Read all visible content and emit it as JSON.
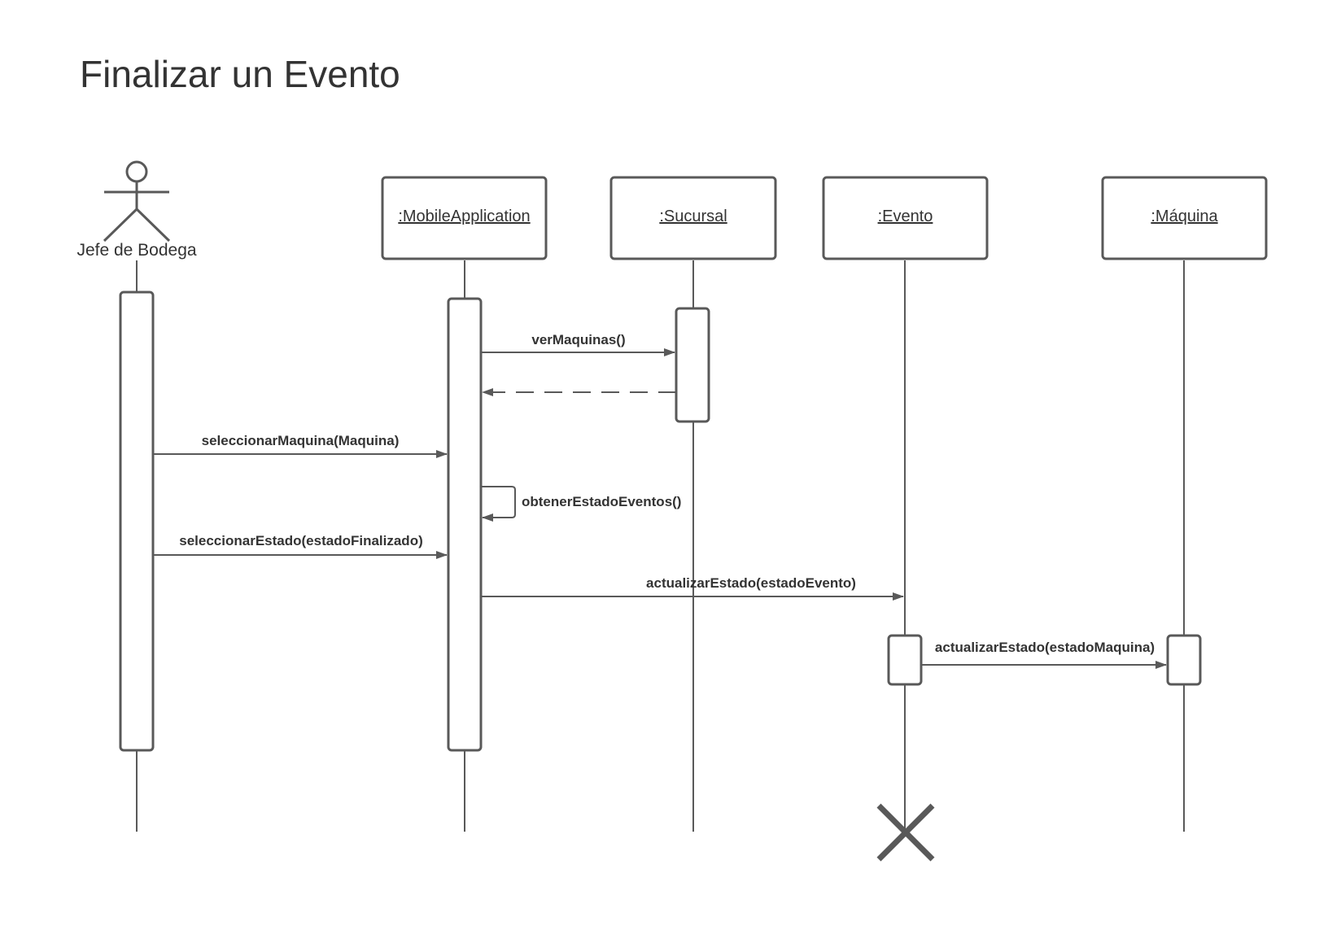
{
  "title": "Finalizar un Evento",
  "actor": {
    "label": "Jefe de Bodega"
  },
  "objects": [
    {
      "label": ":MobileApplication"
    },
    {
      "label": ":Sucursal"
    },
    {
      "label": ":Evento"
    },
    {
      "label": ":Máquina"
    }
  ],
  "messages": [
    {
      "label": "verMaquinas()"
    },
    {
      "label": "seleccionarMaquina(Maquina)"
    },
    {
      "label": "obtenerEstadoEventos()"
    },
    {
      "label": "seleccionarEstado(estadoFinalizado)"
    },
    {
      "label": "actualizarEstado(estadoEvento)"
    },
    {
      "label": "actualizarEstado(estadoMaquina)"
    }
  ],
  "colors": {
    "stroke": "#595959",
    "text": "#333333",
    "background": "#ffffff"
  }
}
